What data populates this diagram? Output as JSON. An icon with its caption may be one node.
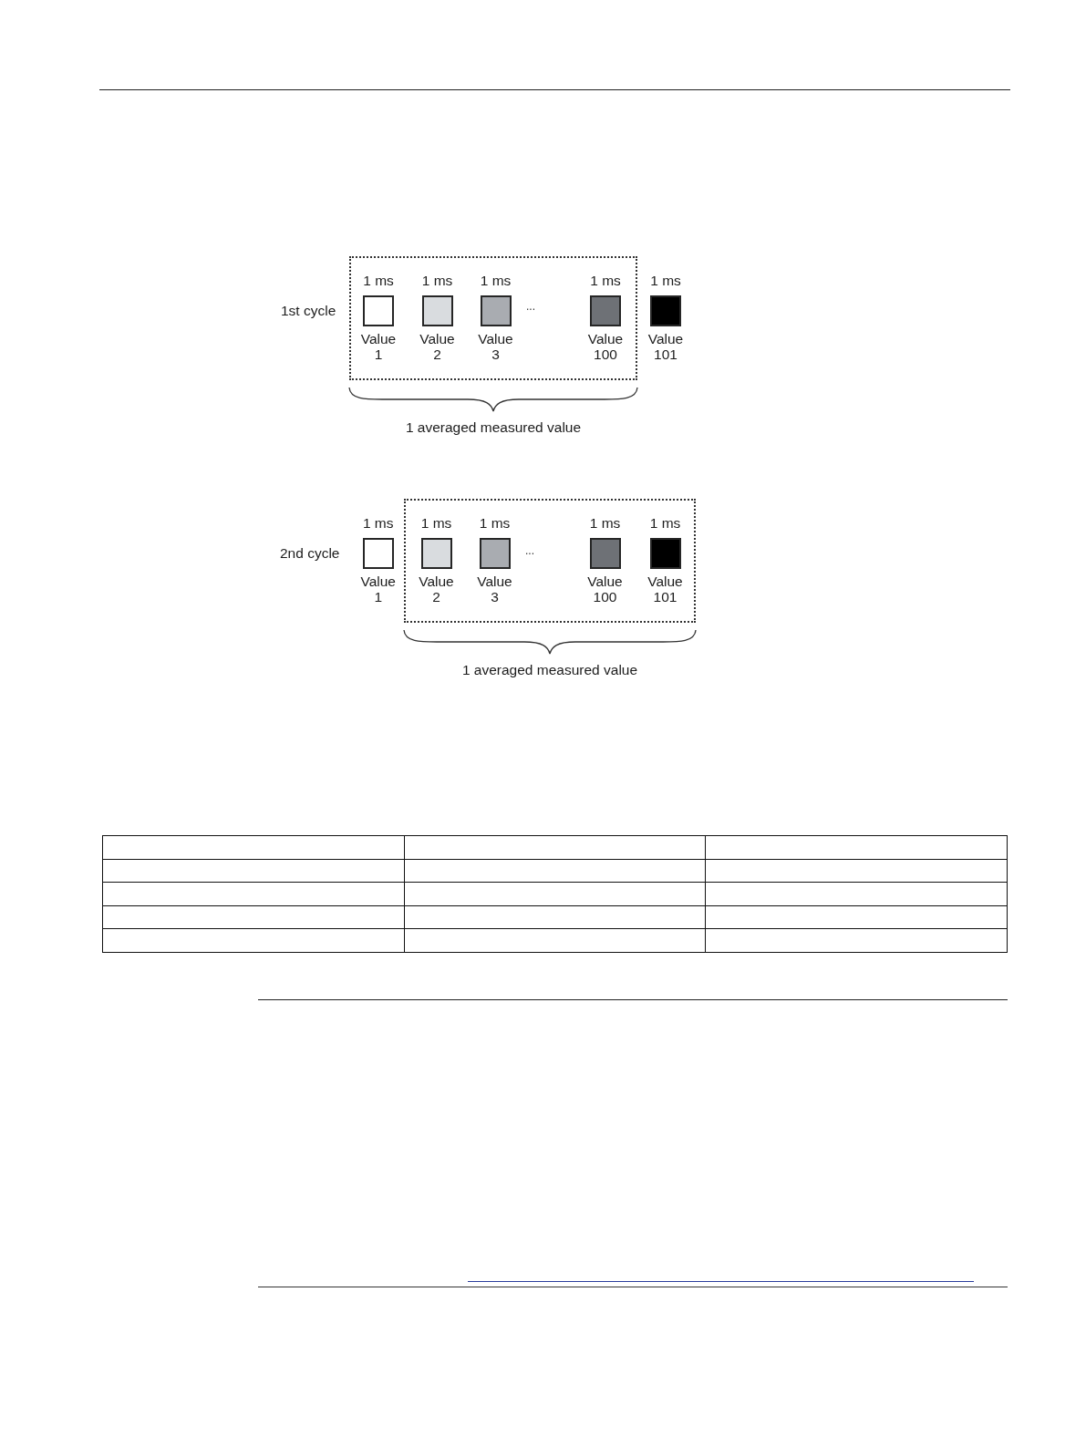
{
  "diagram": {
    "nodes": [
      {
        "text": [],
        "shape": "box",
        "beside": [
          "1 averaged measured value"
        ]
      },
      {
        "text": [
          "1 ms",
          "Value 1"
        ],
        "in": 0
      },
      {
        "text": [
          "1 ms",
          "Value 2"
        ],
        "in": 0
      },
      {
        "text": [
          "1 ms",
          "Value 3"
        ],
        "in": 0
      },
      {
        "text": [
          "1 ms",
          "Value 100"
        ],
        "in": 0
      },
      {
        "text": [
          "1 ms",
          "Value 101"
        ]
      },
      {
        "text": [
          "1 ms",
          "Value 1"
        ]
      },
      {
        "text": [],
        "shape": "box",
        "beside": [
          "1 averaged measured value"
        ]
      },
      {
        "text": [
          "1 ms",
          "Value 2"
        ],
        "in": 7
      },
      {
        "text": [
          "1 ms",
          "Value 3"
        ],
        "in": 7
      },
      {
        "text": [
          "1 ms",
          "Value 100"
        ],
        "in": 7
      },
      {
        "text": [
          "1 ms",
          "Value 101"
        ],
        "in": 7
      }
    ],
    "labels": [
      "1st cycle",
      "...",
      "2nd cycle",
      "..."
    ]
  }
}
